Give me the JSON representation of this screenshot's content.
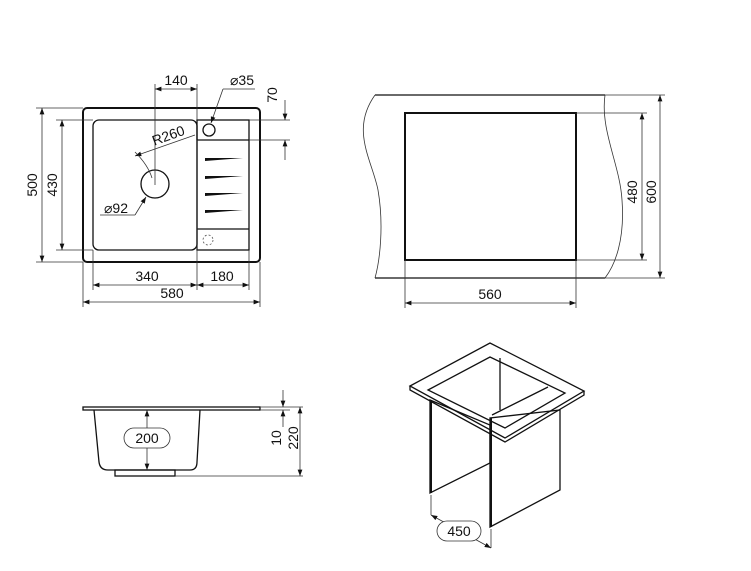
{
  "top_view": {
    "dim_faucet_offset": "140",
    "dim_faucet_hole": "⌀35",
    "dim_top_margin": "70",
    "dim_radius": "R260",
    "dim_drain": "⌀92",
    "dim_total_depth": "500",
    "dim_bowl_depth": "430",
    "dim_bowl_width": "340",
    "dim_drainboard_width": "180",
    "dim_total_width": "580"
  },
  "cutout_view": {
    "dim_cutout_depth": "480",
    "dim_counter_depth": "600",
    "dim_cutout_width": "560"
  },
  "side_view": {
    "dim_bowl_height": "200",
    "dim_rim": "10",
    "dim_total_height": "220"
  },
  "cabinet_view": {
    "dim_cabinet_width": "450"
  }
}
